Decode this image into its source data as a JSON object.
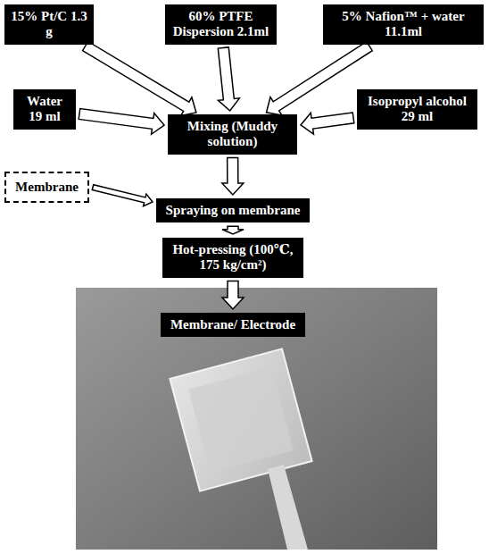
{
  "diagram": {
    "nodes": [
      {
        "text": [
          "15% Pt/C 1.3 g"
        ]
      },
      {
        "text": [
          "60% PTFE Dispersion 2.1ml"
        ]
      },
      {
        "text": [
          "5% Nafion™ + water 11.1ml"
        ]
      },
      {
        "text": [
          "Water 19 ml"
        ]
      },
      {
        "text": [
          "Isopropyl alcohol 29 ml"
        ]
      },
      {
        "text": [
          "Mixing (Muddy solution)"
        ]
      },
      {
        "text": [
          "Membrane"
        ]
      },
      {
        "text": [
          "Spraying on membrane"
        ]
      },
      {
        "text": [
          "Hot-pressing (100℃, 175 kg/cm²)"
        ]
      },
      {
        "text": [
          "Membrane/ Electrode"
        ]
      }
    ],
    "edges": [
      {
        "from": 0,
        "to": 5,
        "arrow": "to"
      },
      {
        "from": 1,
        "to": 5,
        "arrow": "to"
      },
      {
        "from": 2,
        "to": 5,
        "arrow": "to"
      },
      {
        "from": 3,
        "to": 5,
        "arrow": "to"
      },
      {
        "from": 4,
        "to": 5,
        "arrow": "to"
      },
      {
        "from": 5,
        "to": 7,
        "arrow": "to"
      },
      {
        "from": 6,
        "to": 7,
        "arrow": "to"
      },
      {
        "from": 7,
        "to": 8,
        "arrow": "to"
      },
      {
        "from": 8,
        "to": 9,
        "arrow": "to"
      }
    ]
  }
}
